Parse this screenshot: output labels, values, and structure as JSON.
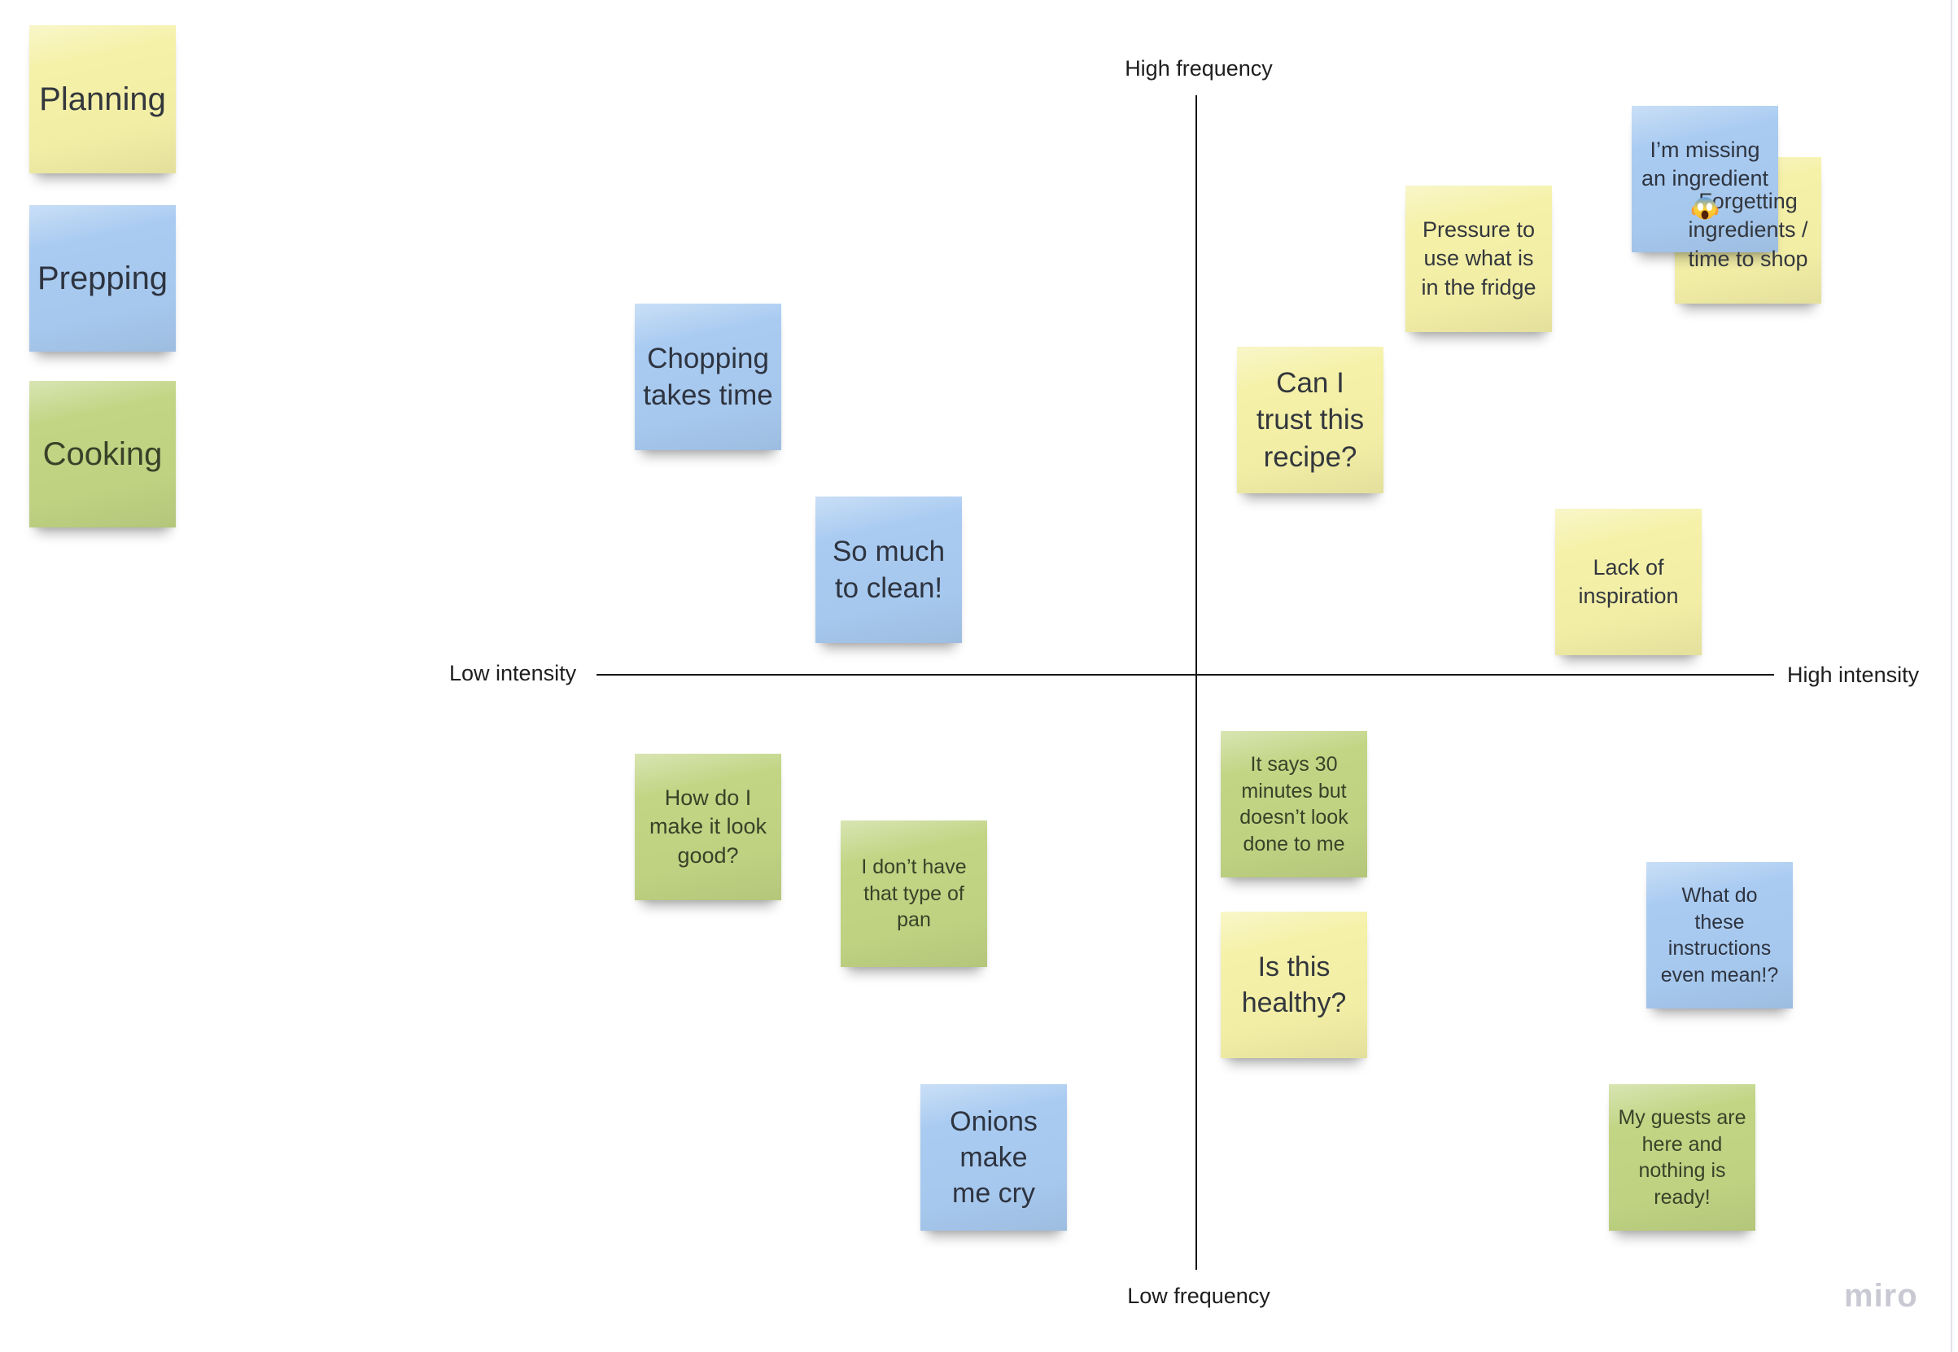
{
  "axes": {
    "top_label": "High frequency",
    "bottom_label": "Low frequency",
    "left_label": "Low intensity",
    "right_label": "High intensity"
  },
  "legend": {
    "items": [
      {
        "label": "Planning",
        "color": "yellow"
      },
      {
        "label": "Prepping",
        "color": "blue"
      },
      {
        "label": "Cooking",
        "color": "green"
      }
    ]
  },
  "notes": [
    {
      "text": "Chopping takes time",
      "color": "blue"
    },
    {
      "text": "So much to clean!",
      "color": "blue"
    },
    {
      "text": "Pressure to use what is in the fridge",
      "color": "yellow"
    },
    {
      "text": "Forgetting ingredients / time to shop",
      "color": "yellow"
    },
    {
      "text": "I’m missing an ingredient",
      "emoji": "😱",
      "color": "blue"
    },
    {
      "text": "Can I trust this recipe?",
      "color": "yellow"
    },
    {
      "text": "Lack of inspiration",
      "color": "yellow"
    },
    {
      "text": "How do I make it look good?",
      "color": "green"
    },
    {
      "text": "I don’t have that type of pan",
      "color": "green"
    },
    {
      "text": "It says 30 minutes but doesn’t look done to me",
      "color": "green"
    },
    {
      "text": "Is this healthy?",
      "color": "yellow"
    },
    {
      "text": "What do these instructions even mean!?",
      "color": "blue"
    },
    {
      "text": "Onions make me cry",
      "color": "blue"
    },
    {
      "text": "My guests are here and nothing is ready!",
      "color": "green"
    }
  ],
  "colors": {
    "yellow_note": "#F5F1A8",
    "blue_note": "#A9CBF1",
    "green_note": "#C1D584",
    "axis": "#161616",
    "logo": "#c9c9d4"
  },
  "watermark": {
    "logo_text": "miro"
  }
}
